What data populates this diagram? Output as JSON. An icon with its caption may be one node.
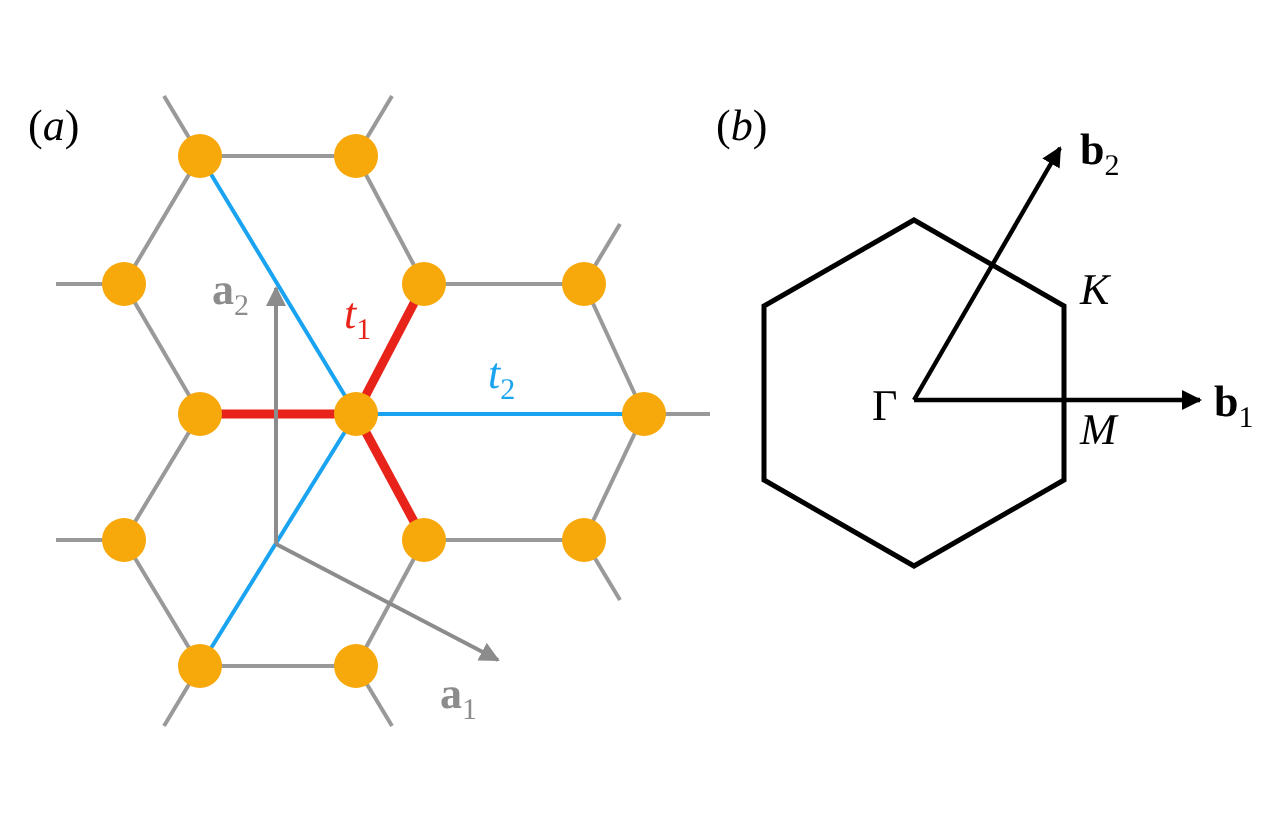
{
  "diagram": {
    "labels": [
      "(*a*)",
      "**a**$_{2}$",
      "*t*$_{1}$",
      "*t*$_{2}$",
      "**a**$_{1}$",
      "(*b*)",
      "**b**$_{2}$",
      "*K*",
      "Γ",
      "*M*",
      "**b**$_{1}$"
    ]
  }
}
